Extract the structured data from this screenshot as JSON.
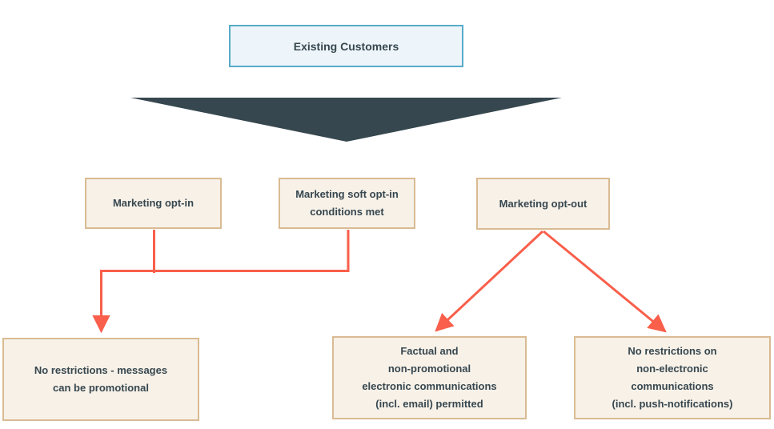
{
  "colors": {
    "canvas-bg": "#ffffff",
    "ink": "#37474f",
    "funnel": "#37474f",
    "arrow": "#f95f4b",
    "blue-fill": "#edf5fa",
    "blue-border": "#58abca",
    "beige-fill": "#f7f1e8",
    "beige-border": "#d9bb92"
  },
  "diagram": {
    "root": {
      "label": [
        "Existing Customers"
      ]
    },
    "branches": [
      {
        "label": [
          "Marketing opt-in"
        ]
      },
      {
        "label": [
          "Marketing soft opt-in",
          "conditions met"
        ]
      },
      {
        "label": [
          "Marketing opt-out"
        ]
      }
    ],
    "outcomes": [
      {
        "label": [
          "No restrictions - messages",
          "can be promotional"
        ]
      },
      {
        "label": [
          "Factual and",
          "non-promotional",
          "electronic communications",
          "(incl. email) permitted"
        ]
      },
      {
        "label": [
          "No restrictions on",
          "non-electronic",
          "communications",
          "(incl. push-notifications)"
        ]
      }
    ]
  }
}
